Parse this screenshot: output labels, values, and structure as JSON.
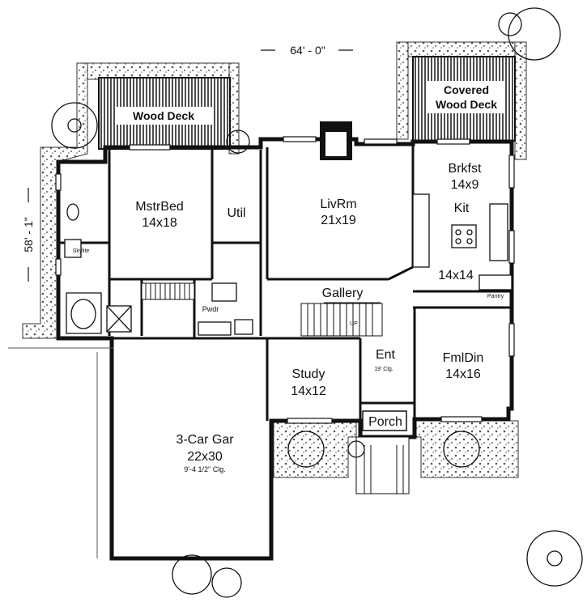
{
  "overall_width": "64' - 0\"",
  "overall_depth": "58' - 1\"",
  "rooms": {
    "mstrbed": {
      "name": "MstrBed",
      "size": "14x18"
    },
    "util": {
      "name": "Util"
    },
    "livrm": {
      "name": "LivRm",
      "size": "21x19"
    },
    "brkfst": {
      "name": "Brkfst",
      "size": "14x9"
    },
    "kit": {
      "name": "Kit",
      "size": "14x14"
    },
    "gallery": {
      "name": "Gallery"
    },
    "study": {
      "name": "Study",
      "size": "14x12"
    },
    "ent": {
      "name": "Ent",
      "note": "19' Clg."
    },
    "fmldin": {
      "name": "FmlDin",
      "size": "14x16"
    },
    "porch": {
      "name": "Porch"
    },
    "garage": {
      "name": "3-Car Gar",
      "size": "22x30",
      "note": "9'-4 1/2\" Clg."
    },
    "pwdr": {
      "name": "Pwdr"
    },
    "pantry": {
      "name": "Pantry"
    },
    "skylite": {
      "name": "Skylite"
    },
    "up": {
      "name": "UP"
    }
  },
  "decks": {
    "wood_deck": "Wood Deck",
    "covered_line1": "Covered",
    "covered_line2": "Wood Deck"
  }
}
